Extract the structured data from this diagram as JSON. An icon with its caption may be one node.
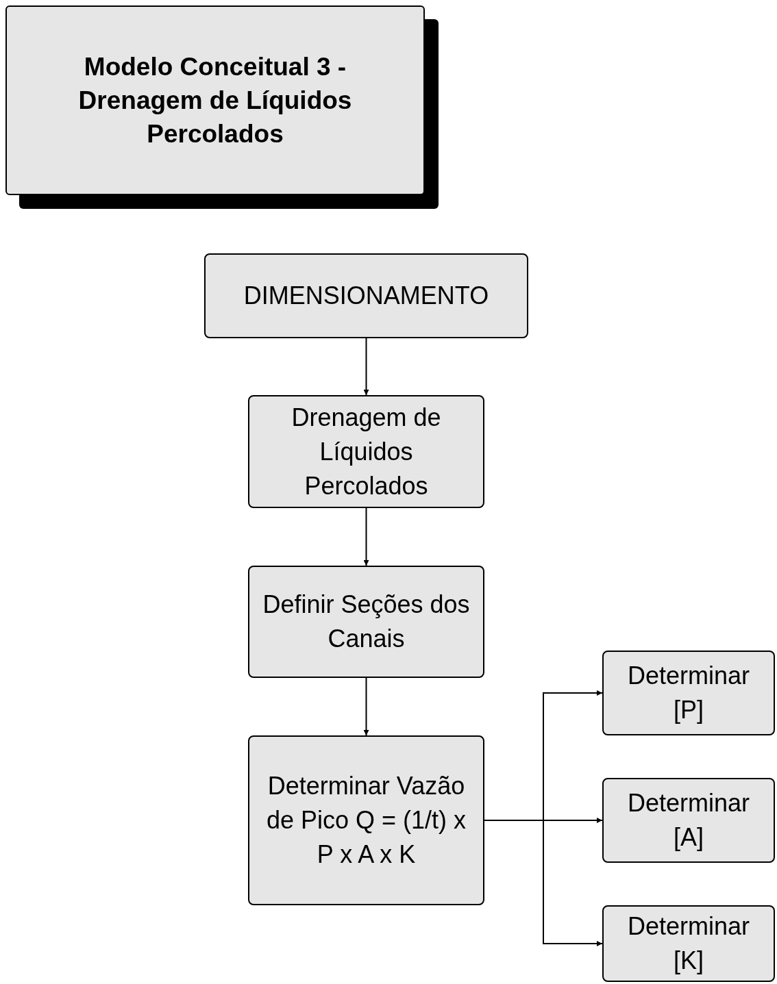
{
  "diagram": {
    "nodes": [
      {
        "text": [
          "Modelo Conceitual 3 - Drenagem de Líquidos Percolados"
        ]
      },
      {
        "text": [
          "DIMENSIONAMENTO"
        ]
      },
      {
        "text": [
          "Drenagem de Líquidos Percolados"
        ]
      },
      {
        "text": [
          "Definir Seções dos Canais"
        ]
      },
      {
        "text": [
          "Determinar Vazão de Pico Q = (1/t) x P x A x K"
        ]
      },
      {
        "text": [
          "Determinar [P]"
        ]
      },
      {
        "text": [
          "Determinar [A]"
        ]
      },
      {
        "text": [
          "Determinar [K]"
        ]
      }
    ],
    "edges": [
      {
        "from": 1,
        "to": 2,
        "arrow": "to"
      },
      {
        "from": 2,
        "to": 3,
        "arrow": "to"
      },
      {
        "from": 3,
        "to": 4,
        "arrow": "to"
      },
      {
        "from": 4,
        "to": 5,
        "arrow": "to"
      },
      {
        "from": 4,
        "to": 6,
        "arrow": "to"
      },
      {
        "from": 4,
        "to": 7,
        "arrow": "to"
      }
    ]
  }
}
